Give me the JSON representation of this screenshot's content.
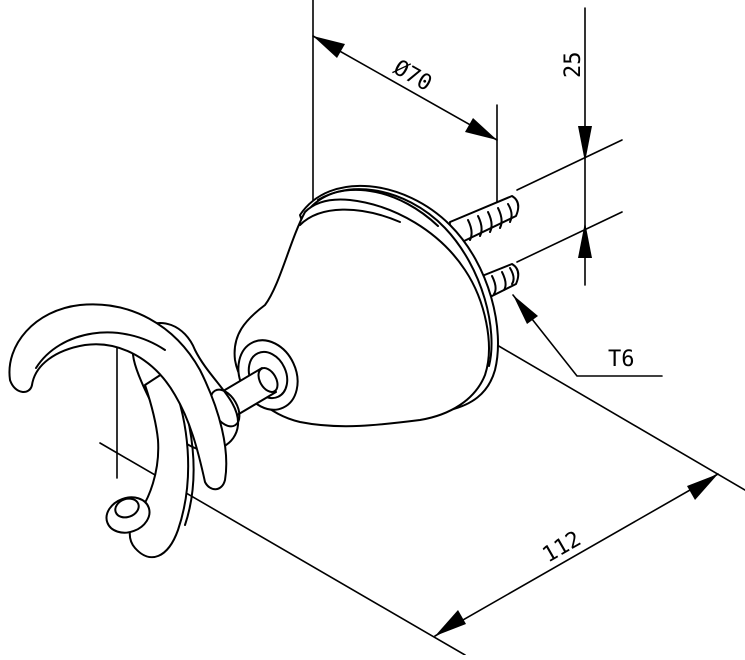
{
  "dimensions": {
    "diameter_label": "Ø70",
    "depth_label": "25",
    "length_label": "112",
    "anchor_label": "T6"
  }
}
